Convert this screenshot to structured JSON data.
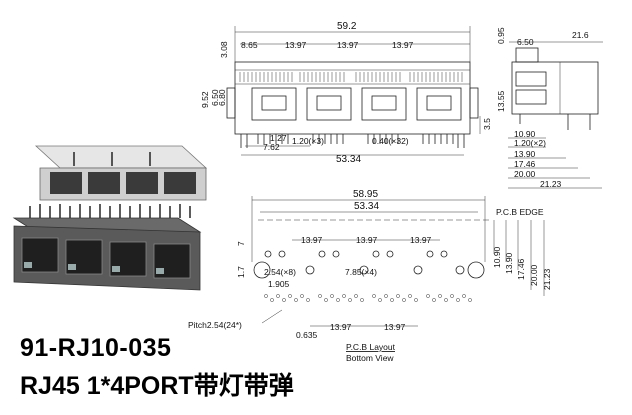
{
  "title": {
    "part_number": "91-RJ10-035",
    "description": "RJ45 1*4PORT带灯带弹"
  },
  "front_view": {
    "overall_width": "59.2",
    "pitch_labels": [
      "13.97",
      "13.97",
      "13.97"
    ],
    "edge_offset": "8.65",
    "top_height": "3.08",
    "side_height": "9.52",
    "small_a": "6.50",
    "small_b": "6.80",
    "lead_a": "1.27",
    "lead_b": "7.62",
    "lead_spacing": "1.20(×3)",
    "lead_thk": "0.40(×32)",
    "span": "53.34",
    "pin_len": "3.5"
  },
  "side_view": {
    "depth": "21.6",
    "top": "0.95",
    "tab": "6.50",
    "height": "13.55",
    "dims": [
      "10.90",
      "1.20(×2)",
      "13.90",
      "17.46",
      "20.00",
      "21.23"
    ]
  },
  "pcb_layout": {
    "overall": "58.95",
    "span": "53.34",
    "edge_label": "P.C.B EDGE",
    "pitch_labels": [
      "13.97",
      "13.97",
      "13.97"
    ],
    "row_pitch": "2.54(×8)",
    "hole_dia": "7.85(×4)",
    "offset_a": "1.905",
    "left_a": "7",
    "left_b": "1.7",
    "pitch_note": "Pitch2.54(24*)",
    "bottom_offset": "0.635",
    "bottom_pitch": [
      "13.97",
      "13.97"
    ],
    "right_dims": [
      "10.90",
      "13.90",
      "17.46",
      "20.00",
      "21.23"
    ],
    "caption_a": "P.C.B Layout",
    "caption_b": "Bottom View"
  }
}
